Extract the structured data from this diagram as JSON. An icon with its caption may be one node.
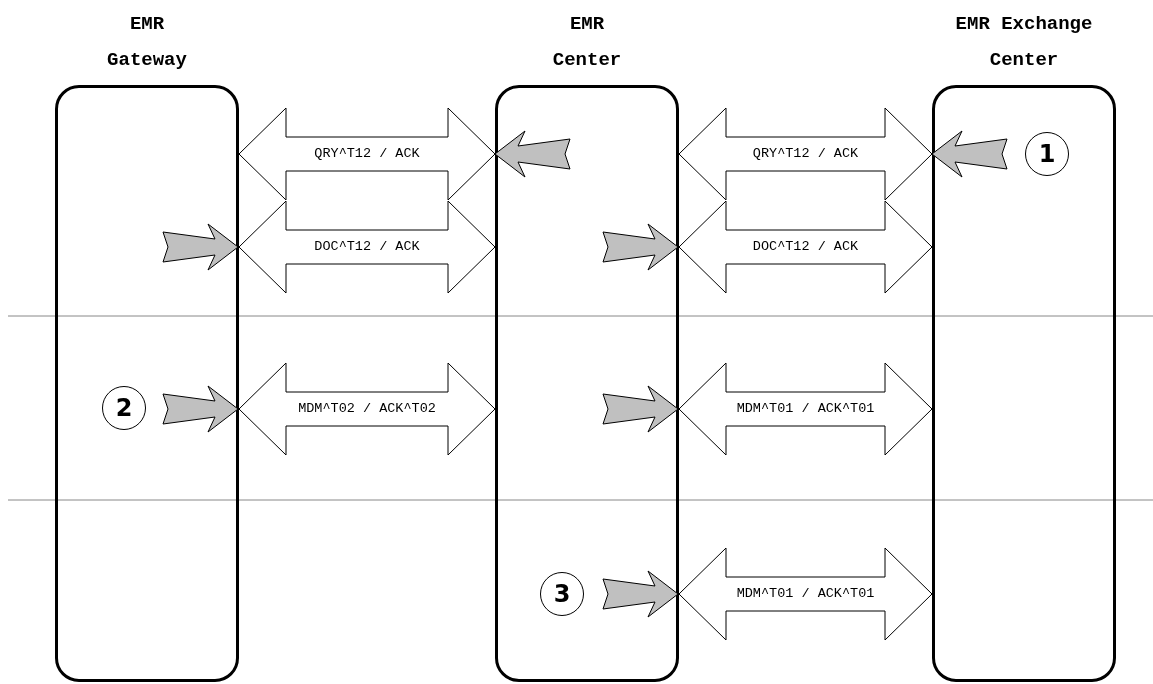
{
  "diagram": {
    "nodes": [
      {
        "text": [
          "EMR Gateway"
        ]
      },
      {
        "text": [
          "EMR Center"
        ]
      },
      {
        "text": [
          "EMR Exchange Center"
        ]
      },
      {
        "text": [
          "1"
        ],
        "in": 2
      },
      {
        "text": [
          "2"
        ],
        "in": 0
      },
      {
        "text": [
          "3"
        ],
        "in": 1
      }
    ],
    "edges": [
      {
        "from": 0,
        "to": 1,
        "arrow": "both",
        "label": "QRY^T12 / ACK"
      },
      {
        "from": 1,
        "to": 2,
        "arrow": "both",
        "label": "QRY^T12 / ACK"
      },
      {
        "from": 0,
        "to": 1,
        "arrow": "both",
        "label": "DOC^T12 / ACK"
      },
      {
        "from": 1,
        "to": 2,
        "arrow": "both",
        "label": "DOC^T12 / ACK"
      },
      {
        "from": 0,
        "to": 1,
        "arrow": "both",
        "label": "MDM^T02 / ACK^T02"
      },
      {
        "from": 1,
        "to": 2,
        "arrow": "both",
        "label": "MDM^T01 / ACK^T01"
      },
      {
        "from": 1,
        "to": 2,
        "arrow": "both",
        "label": "MDM^T01 / ACK^T01"
      }
    ]
  }
}
